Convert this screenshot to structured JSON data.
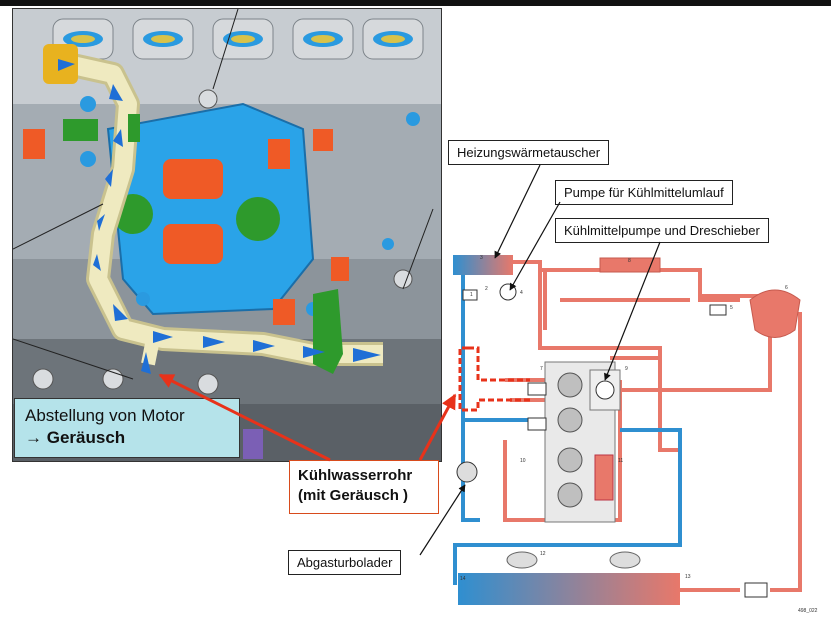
{
  "callouts": {
    "photo_line1": "Abstellung von Motor",
    "photo_arrow": "→",
    "photo_line2": "Geräusch",
    "pipe_line1": "Kühlwasserrohr",
    "pipe_line2": "(mit Geräusch )",
    "heater": "Heizungswärmetauscher",
    "circ_pump": "Pumpe für Kühlmittelumlauf",
    "coolant_pump": "Kühlmittelpumpe und Dreschieber",
    "turbo": "Abgasturbolader"
  },
  "diagram_numbers": [
    "1",
    "2",
    "3",
    "4",
    "5",
    "6",
    "7",
    "8",
    "9",
    "10",
    "11",
    "12",
    "13",
    "14"
  ],
  "corner_code": "498_022",
  "colors": {
    "hot": "#e8786a",
    "cold": "#2f8fd0",
    "highlight": "#e8321a",
    "callout_bg": "#b5e3ea",
    "engine_blue": "#2aa3e8",
    "pipe_cream": "#efeac0",
    "flow_arrow": "#1f6fd6",
    "bracket_green": "#2e9a2c",
    "flange_orange": "#ef5a26"
  }
}
